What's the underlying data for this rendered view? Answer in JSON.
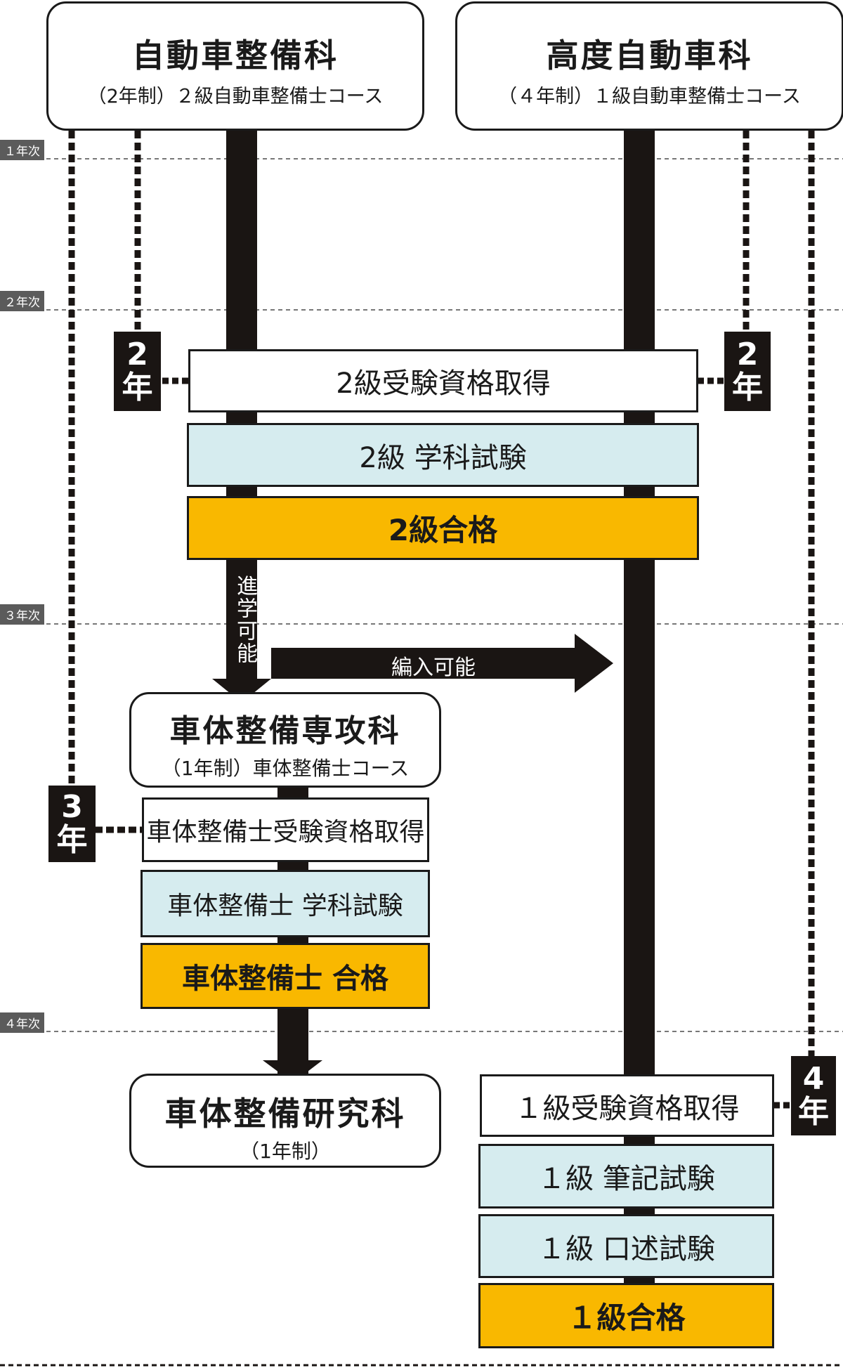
{
  "years": [
    "１年次",
    "２年次",
    "３年次",
    "４年次"
  ],
  "course_left": {
    "title": "自動車整備科",
    "subtitle": "（2年制）２級自動車整備士コース"
  },
  "course_right": {
    "title": "高度自動車科",
    "subtitle": "（４年制）１級自動車整備士コース"
  },
  "grade2": {
    "qualify": "2級受験資格取得",
    "exam": "2級 学科試験",
    "pass": "2級合格"
  },
  "badges": {
    "b2_num": "2",
    "b_year": "年",
    "b3_num": "3",
    "b4_num": "4"
  },
  "advance": "進学可能",
  "transfer": "編入可能",
  "body_course": {
    "title": "車体整備専攻科",
    "subtitle": "（1年制）車体整備士コース"
  },
  "body": {
    "qualify": "車体整備士受験資格取得",
    "exam": "車体整備士 学科試験",
    "pass": "車体整備士 合格"
  },
  "research_course": {
    "title": "車体整備研究科",
    "subtitle": "（1年制）"
  },
  "grade1": {
    "qualify": "１級受験資格取得",
    "written": "１級 筆記試験",
    "oral": "１級 口述試験",
    "pass": "１級合格"
  },
  "colors": {
    "black": "#1a1513",
    "gold": "#f9b800",
    "light_blue": "#d6ecef",
    "grey": "#5b5b5b"
  }
}
